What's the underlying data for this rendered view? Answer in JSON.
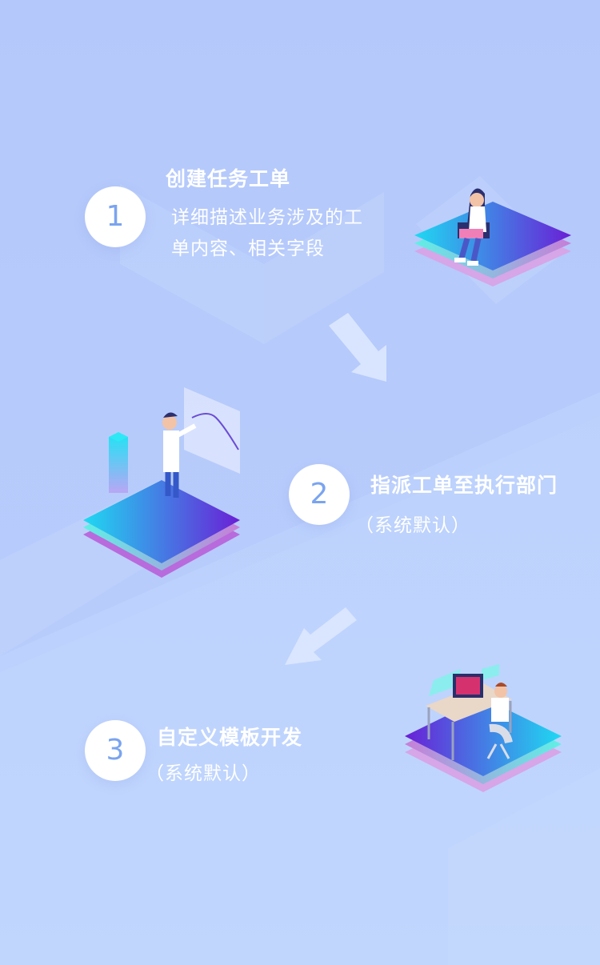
{
  "steps": [
    {
      "number": "1",
      "title": "创建任务工单",
      "desc_line1": "详细描述业务涉及的工",
      "desc_line2": "单内容、相关字段"
    },
    {
      "number": "2",
      "title": "指派工单至执行部门",
      "desc_line1": "（系统默认）"
    },
    {
      "number": "3",
      "title": "自定义模板开发",
      "desc_line1": "（系统默认）"
    }
  ],
  "colors": {
    "background": "#b9cdfb",
    "circle_number": "#7aa4ef",
    "platform_cyan": "#1fd9f2",
    "platform_purple": "#6a1fd6",
    "text": "#ffffff"
  },
  "icons": [
    "arrow-down-right-icon",
    "arrow-down-left-icon"
  ]
}
